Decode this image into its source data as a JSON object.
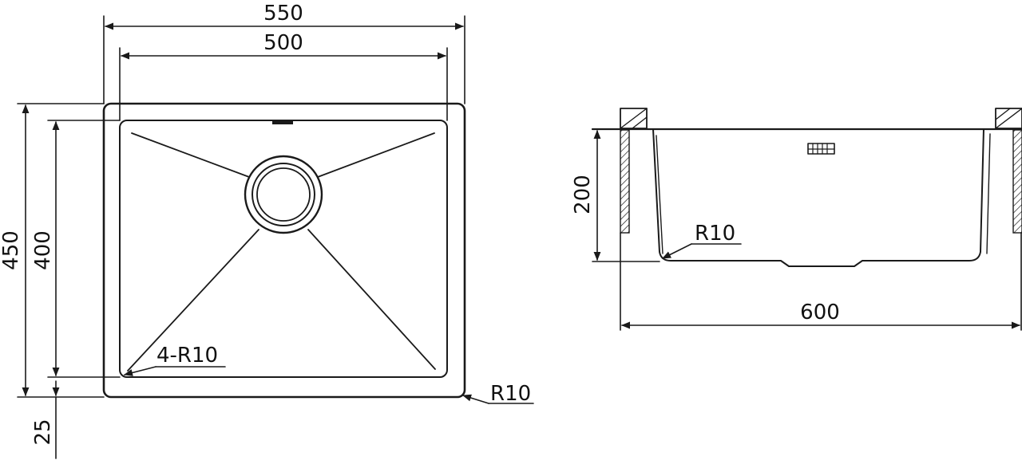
{
  "top_view": {
    "dim_outer_width": "550",
    "dim_inner_width": "500",
    "dim_outer_height": "450",
    "dim_inner_height": "400",
    "dim_offset": "25",
    "label_inner_radius": "4-R10",
    "label_outer_radius": "R10"
  },
  "section_view": {
    "dim_depth": "200",
    "dim_width": "600",
    "label_radius": "R10"
  },
  "colors": {
    "line": "#1a1a1a",
    "background": "#ffffff"
  }
}
